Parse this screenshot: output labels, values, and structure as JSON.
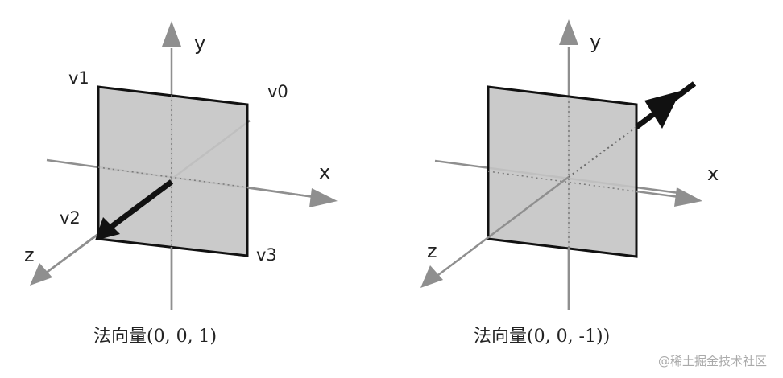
{
  "colors": {
    "axis": "#8f8f8f",
    "plane_fill": "#c4c4c4",
    "plane_stroke": "#111111",
    "normal": "#111111",
    "dotted": "#7a7a7a"
  },
  "left_diagram": {
    "axis_x": "x",
    "axis_y": "y",
    "axis_z": "z",
    "vertices": [
      "v0",
      "v1",
      "v2",
      "v3"
    ],
    "caption": "法向量(0, 0, 1)"
  },
  "right_diagram": {
    "axis_x": "x",
    "axis_y": "y",
    "axis_z": "z",
    "caption": "法向量(0, 0, -1))"
  },
  "watermark": "@稀土掘金技术社区"
}
